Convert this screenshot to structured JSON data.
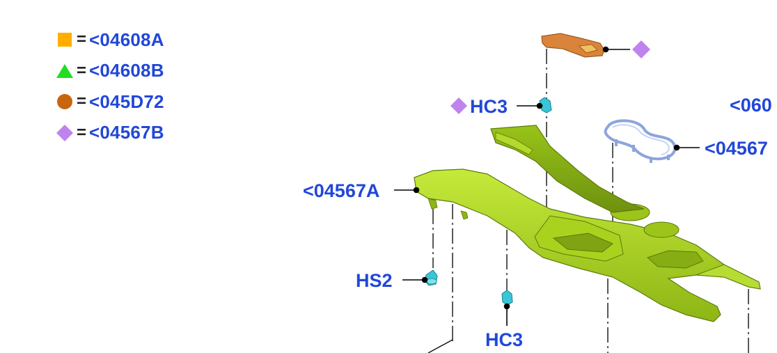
{
  "colors": {
    "label": "#2147d9",
    "accent_square": "#ffae00",
    "accent_triangle": "#22dd22",
    "accent_circle": "#c8660e",
    "accent_diamond": "#c083ee",
    "part_green": "#9ac71a",
    "part_green_dark": "#6e9110",
    "part_orange": "#d9843a",
    "clip_cyan": "#38c7d6",
    "cupholder_blue": "#9fb3e6"
  },
  "legend": {
    "items": [
      {
        "symbol": "square-icon",
        "eq": "=",
        "code": "<04608A"
      },
      {
        "symbol": "triangle-icon",
        "eq": "=",
        "code": "<04608B"
      },
      {
        "symbol": "circle-icon",
        "eq": "=",
        "code": "<045D72"
      },
      {
        "symbol": "diamond-icon",
        "eq": "=",
        "code": "<04567B"
      }
    ]
  },
  "callouts": {
    "hc3_top": "HC3",
    "main_console": "<04567A",
    "hs2": "HS2",
    "hc3_bottom": "HC3",
    "cupholder": "<04567",
    "right_edge": "<060"
  }
}
